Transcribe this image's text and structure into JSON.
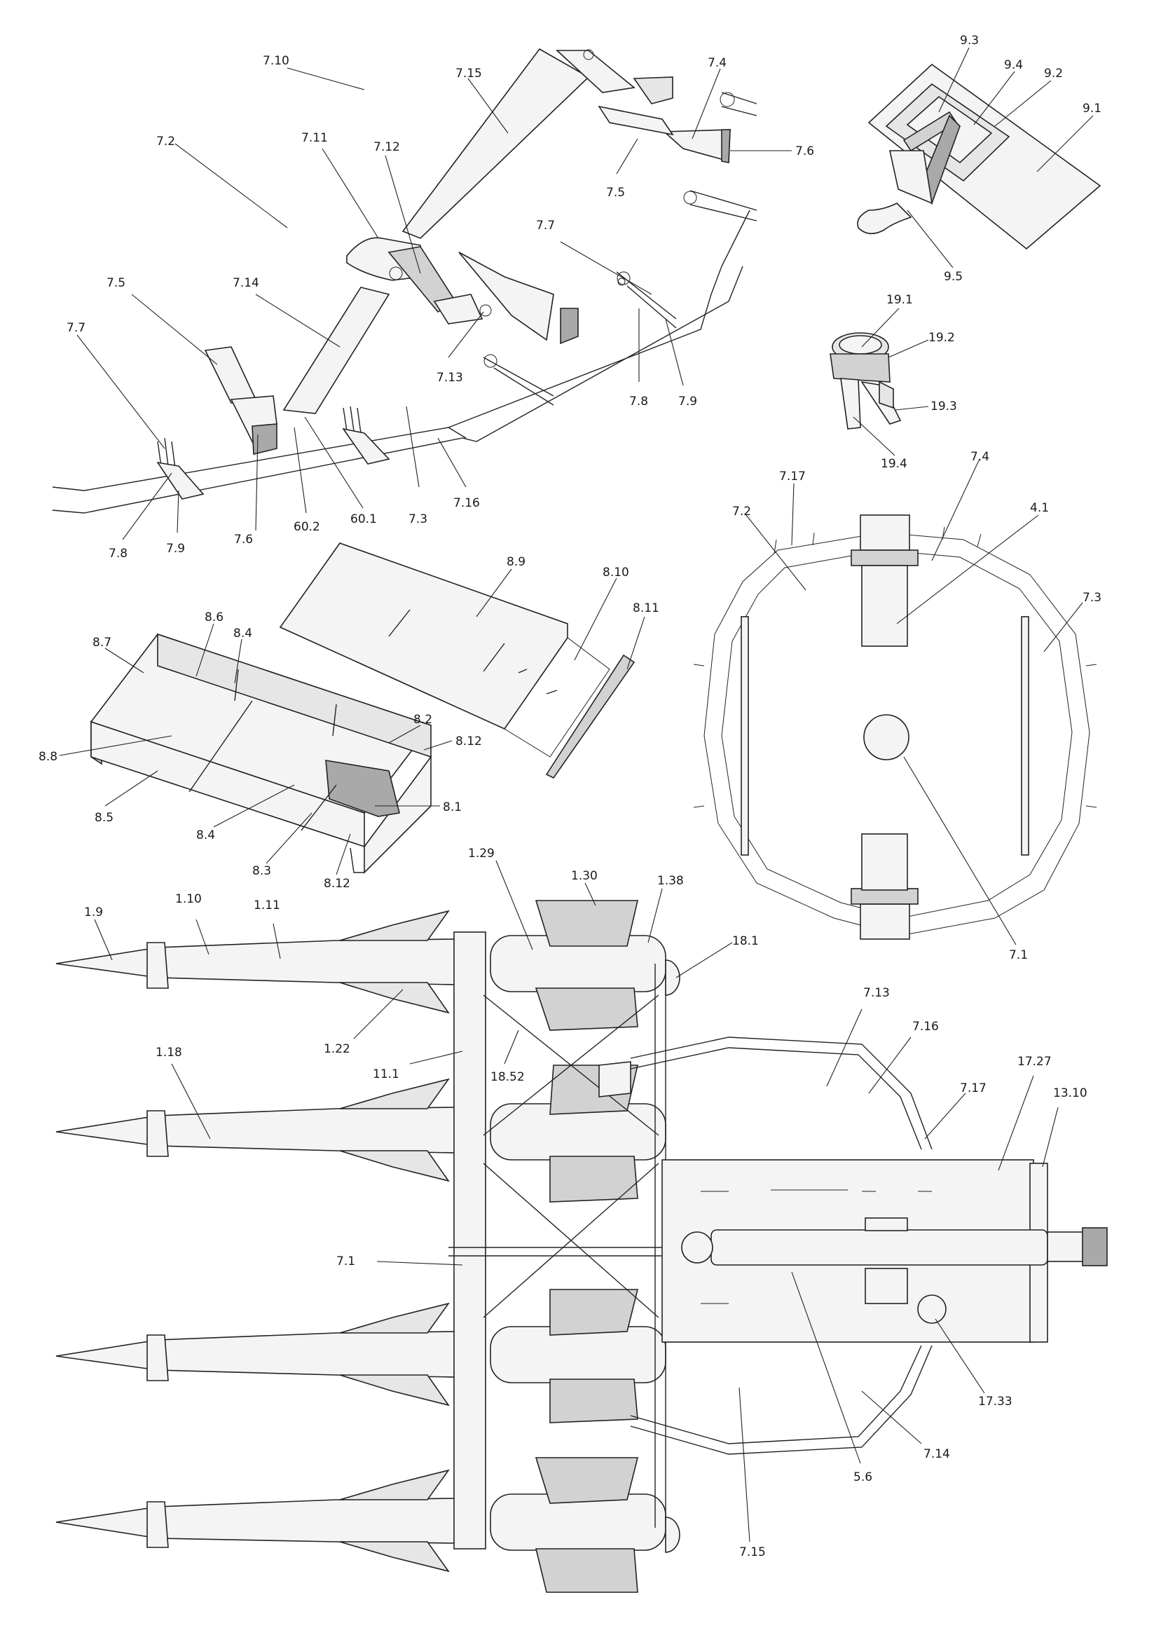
{
  "labels": {
    "l_7_10": "7.10",
    "l_7_15": "7.15",
    "l_7_4": "7.4",
    "l_7_6a": "7.6",
    "l_7_5a": "7.5",
    "l_7_2a": "7.2",
    "l_7_11": "7.11",
    "l_7_12": "7.12",
    "l_7_7a": "7.7",
    "l_7_13": "7.13",
    "l_7_8a": "7.8",
    "l_7_9a": "7.9",
    "l_7_5b": "7.5",
    "l_7_14": "7.14",
    "l_7_7b": "7.7",
    "l_7_6b": "7.6",
    "l_7_8b": "7.8",
    "l_7_9b": "7.9",
    "l_60_2": "60.2",
    "l_60_1": "60.1",
    "l_7_3a": "7.3",
    "l_7_16a": "7.16",
    "l_9_3": "9.3",
    "l_9_4": "9.4",
    "l_9_2": "9.2",
    "l_9_1": "9.1",
    "l_9_5": "9.5",
    "l_19_1": "19.1",
    "l_19_2": "19.2",
    "l_19_3": "19.3",
    "l_19_4": "19.4",
    "l_8_9": "8.9",
    "l_8_10": "8.10",
    "l_8_11": "8.11",
    "l_8_6": "8.6",
    "l_8_7": "8.7",
    "l_8_4a": "8.4",
    "l_8_2": "8.2",
    "l_8_12a": "8.12",
    "l_8_8": "8.8",
    "l_8_1": "8.1",
    "l_8_5": "8.5",
    "l_8_4b": "8.4",
    "l_8_3": "8.3",
    "l_8_12b": "8.12",
    "l_7_17a": "7.17",
    "l_7_4b": "7.4",
    "l_7_2b": "7.2",
    "l_4_1": "4.1",
    "l_7_3b": "7.3",
    "l_7_1a": "7.1",
    "l_1_29": "1.29",
    "l_1_30": "1.30",
    "l_1_38": "1.38",
    "l_1_9": "1.9",
    "l_1_10": "1.10",
    "l_1_11": "1.11",
    "l_18_1": "18.1",
    "l_1_22": "1.22",
    "l_11_1": "11.1",
    "l_18_52": "18.52",
    "l_7_13b": "7.13",
    "l_7_16b": "7.16",
    "l_17_27": "17.27",
    "l_13_10": "13.10",
    "l_7_17b": "7.17",
    "l_1_18": "1.18",
    "l_7_1b": "7.1",
    "l_17_33": "17.33",
    "l_7_14b": "7.14",
    "l_5_6": "5.6",
    "l_7_15b": "7.15"
  }
}
